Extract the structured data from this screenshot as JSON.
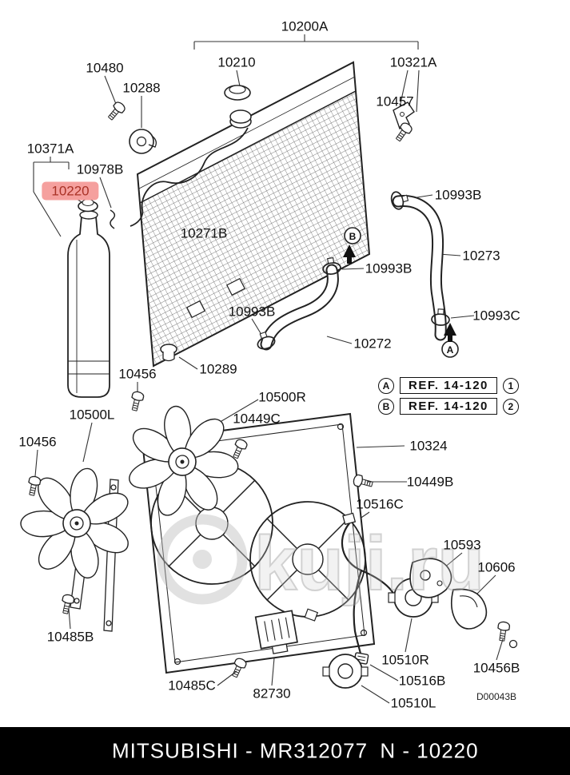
{
  "diagram": {
    "watermark": "kuji.ru",
    "drawing_code": "D00043B"
  },
  "highlight": {
    "bg": "#f5a09e",
    "text": "#a93226"
  },
  "footer": {
    "bg": "#000000",
    "left": "MITSUBISHI - MR312077",
    "right": "N - 10220"
  },
  "references": [
    {
      "marker": "A",
      "text": "REF. 14-120",
      "num": "1"
    },
    {
      "marker": "B",
      "text": "REF. 14-120",
      "num": "2"
    }
  ],
  "connection_markers": [
    {
      "letter": "B"
    },
    {
      "letter": "A"
    }
  ],
  "labels": [
    {
      "text": "10200A"
    },
    {
      "text": "10210"
    },
    {
      "text": "10480"
    },
    {
      "text": "10288"
    },
    {
      "text": "10321A"
    },
    {
      "text": "10457"
    },
    {
      "text": "10371A"
    },
    {
      "text": "10978B"
    },
    {
      "text": "10220",
      "highlight": true
    },
    {
      "text": "10271B"
    },
    {
      "text": "10993B"
    },
    {
      "text": "10273"
    },
    {
      "text": "10993B"
    },
    {
      "text": "10993B"
    },
    {
      "text": "10272"
    },
    {
      "text": "10993C"
    },
    {
      "text": "10289"
    },
    {
      "text": "10456"
    },
    {
      "text": "10500R"
    },
    {
      "text": "10449C"
    },
    {
      "text": "10500L"
    },
    {
      "text": "10456"
    },
    {
      "text": "10324"
    },
    {
      "text": "10449B"
    },
    {
      "text": "10516C"
    },
    {
      "text": "10593"
    },
    {
      "text": "10606"
    },
    {
      "text": "10485B"
    },
    {
      "text": "10510R"
    },
    {
      "text": "10516B"
    },
    {
      "text": "10456B"
    },
    {
      "text": "10485C"
    },
    {
      "text": "82730"
    },
    {
      "text": "10510L"
    }
  ]
}
